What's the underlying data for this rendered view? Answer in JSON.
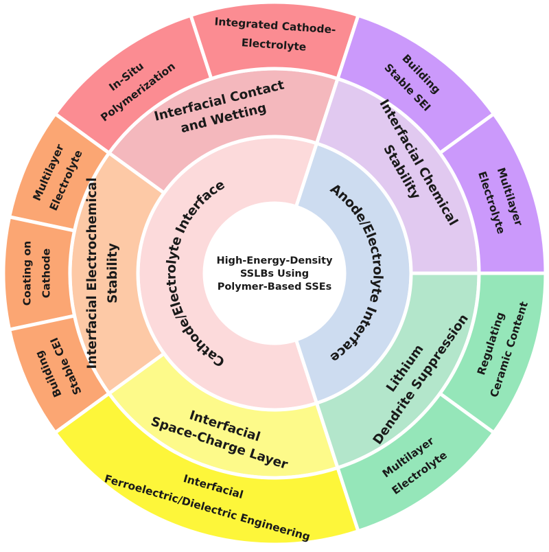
{
  "center": {
    "lines": [
      "High-Energy-Density",
      "SSLBs Using",
      "Polymer-Based SSEs"
    ],
    "fill": "#ffffff"
  },
  "inner_ring": [
    {
      "id": "cathode",
      "label": "Cathode/Electrolyte Interface",
      "fill": "#fcdadb",
      "start_deg": 162,
      "end_deg": 378,
      "flip": true
    },
    {
      "id": "anode",
      "label": "Anode/Electrolyte Interface",
      "fill": "#cddcf0",
      "start_deg": 18,
      "end_deg": 162,
      "flip": true
    }
  ],
  "middle_ring": [
    {
      "id": "contact-wetting",
      "lines": [
        "Interfacial Contact",
        "and Wetting"
      ],
      "fill": "#f4b8bd",
      "start_deg": 306,
      "end_deg": 378
    },
    {
      "id": "electrochemical-stability",
      "lines": [
        "Interfacial Electrochemical",
        "Stability"
      ],
      "fill": "#fdc9a6",
      "start_deg": 234,
      "end_deg": 306
    },
    {
      "id": "space-charge",
      "lines": [
        "Interfacial",
        "Space-Charge Layer"
      ],
      "fill": "#fdfa8a",
      "start_deg": 162,
      "end_deg": 234
    },
    {
      "id": "chemical-stability",
      "lines": [
        "Interfacial Chemical",
        "Stability"
      ],
      "fill": "#e1c9f0",
      "start_deg": 18,
      "end_deg": 90
    },
    {
      "id": "dendrite-suppression",
      "lines": [
        "Lithium",
        "Dendrite Suppression"
      ],
      "fill": "#b3e6cb",
      "start_deg": 90,
      "end_deg": 162
    }
  ],
  "outer_ring": [
    {
      "id": "in-situ",
      "lines": [
        "In-Situ",
        "Polymerization"
      ],
      "fill": "#fb8c92",
      "start_deg": 306,
      "end_deg": 342
    },
    {
      "id": "integrated",
      "lines": [
        "Integrated Cathode-",
        "Electrolyte"
      ],
      "fill": "#fb8c92",
      "start_deg": 342,
      "end_deg": 378
    },
    {
      "id": "multilayer-cathode",
      "lines": [
        "Multilayer",
        "Electrolyte"
      ],
      "fill": "#fba673",
      "start_deg": 282,
      "end_deg": 306
    },
    {
      "id": "coating",
      "lines": [
        "Coating on",
        "Cathode"
      ],
      "fill": "#fba673",
      "start_deg": 258,
      "end_deg": 282
    },
    {
      "id": "cei",
      "lines": [
        "Building",
        "Stable CEI"
      ],
      "fill": "#fba673",
      "start_deg": 234,
      "end_deg": 258
    },
    {
      "id": "ferroelectric",
      "lines": [
        "Interfacial",
        "Ferroelectric/Dielectric Engineering"
      ],
      "fill": "#fdf63a",
      "start_deg": 162,
      "end_deg": 234
    },
    {
      "id": "sei",
      "lines": [
        "Building",
        "Stable SEI"
      ],
      "fill": "#cb99fb",
      "start_deg": 18,
      "end_deg": 54
    },
    {
      "id": "multilayer-anode",
      "lines": [
        "Multilayer",
        "Electrolyte"
      ],
      "fill": "#cb99fb",
      "start_deg": 54,
      "end_deg": 90
    },
    {
      "id": "ceramic",
      "lines": [
        "Regulating",
        "Ceramic Content"
      ],
      "fill": "#95e6b9",
      "start_deg": 90,
      "end_deg": 126
    },
    {
      "id": "multilayer-green",
      "lines": [
        "Multilayer",
        "Electrolyte"
      ],
      "fill": "#95e6b9",
      "start_deg": 126,
      "end_deg": 162
    }
  ]
}
